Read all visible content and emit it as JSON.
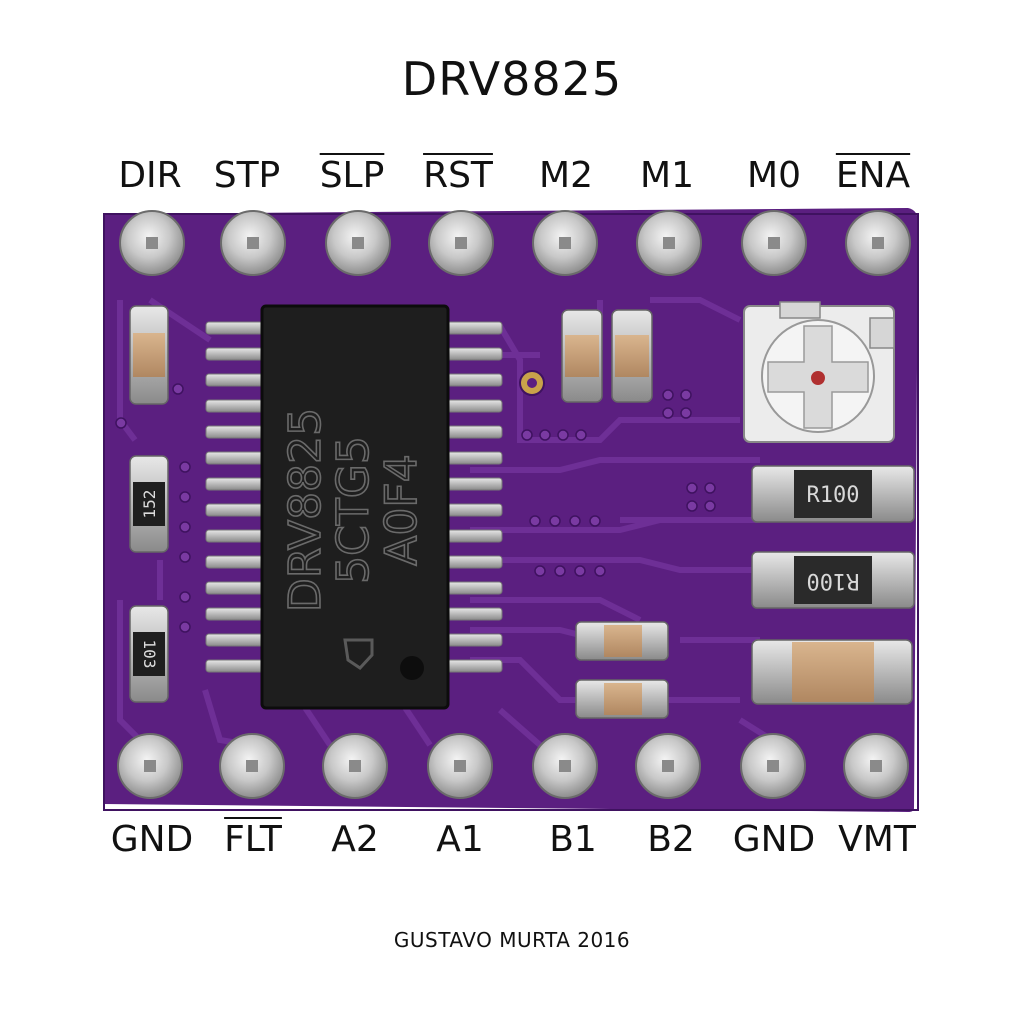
{
  "title": "DRV8825",
  "top_pins": [
    {
      "label": "DIR",
      "overline": false
    },
    {
      "label": "STP",
      "overline": false
    },
    {
      "label": "SLP",
      "overline": true
    },
    {
      "label": "RST",
      "overline": true
    },
    {
      "label": "M2",
      "overline": false
    },
    {
      "label": "M1",
      "overline": false
    },
    {
      "label": "M0",
      "overline": false
    },
    {
      "label": "ENA",
      "overline": true
    }
  ],
  "bottom_pins": [
    {
      "label": "GND",
      "overline": false
    },
    {
      "label": "FLT",
      "overline": true
    },
    {
      "label": "A2",
      "overline": false
    },
    {
      "label": "A1",
      "overline": false
    },
    {
      "label": "B1",
      "overline": false
    },
    {
      "label": "B2",
      "overline": false
    },
    {
      "label": "GND",
      "overline": false
    },
    {
      "label": "VMT",
      "overline": false
    }
  ],
  "chip": {
    "line1": "DRV8825",
    "line2": "5CTG5",
    "line3": "A0F4"
  },
  "resistors": {
    "r152": "152",
    "r103": "103",
    "r100a": "R100",
    "r100b": "R100"
  },
  "credit": "GUSTAVO MURTA 2016",
  "colors": {
    "pcb": "#5b1f80",
    "pcb_dark": "#4a166b",
    "trace": "#6e2f96",
    "chip": "#1e1e1e",
    "pad": "#cfcfcf",
    "cap": "#c9a27a"
  }
}
